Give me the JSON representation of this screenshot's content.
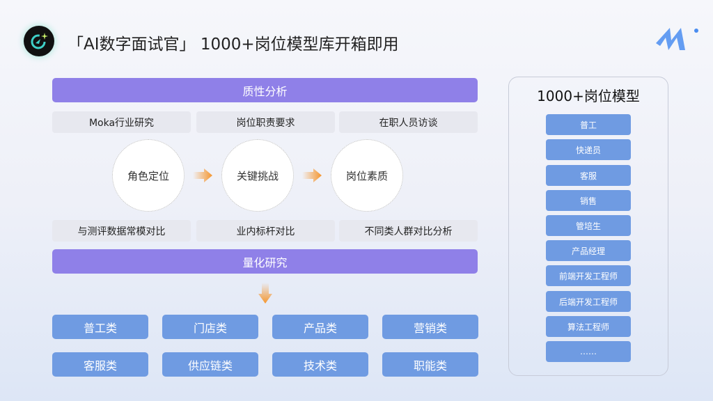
{
  "header": {
    "title": "「AI数字面试官」 1000+岗位模型库开箱即用"
  },
  "qualitative": {
    "label": "质性分析",
    "sources": [
      "Moka行业研究",
      "岗位职责要求",
      "在职人员访谈"
    ]
  },
  "flow": [
    "角色定位",
    "关键挑战",
    "岗位素质"
  ],
  "comparisons": [
    "与测评数据常模对比",
    "业内标杆对比",
    "不同类人群对比分析"
  ],
  "quantitative": {
    "label": "量化研究"
  },
  "categories": [
    "普工类",
    "门店类",
    "产品类",
    "营销类",
    "客服类",
    "供应链类",
    "技术类",
    "职能类"
  ],
  "panel": {
    "title": "1000+岗位模型",
    "items": [
      "普工",
      "快递员",
      "客服",
      "销售",
      "管培生",
      "产品经理",
      "前端开发工程师",
      "后端开发工程师",
      "算法工程师",
      "……"
    ]
  },
  "colors": {
    "purple": "#8f80e8",
    "blue": "#6f9be2",
    "orange": "#f5962e"
  }
}
